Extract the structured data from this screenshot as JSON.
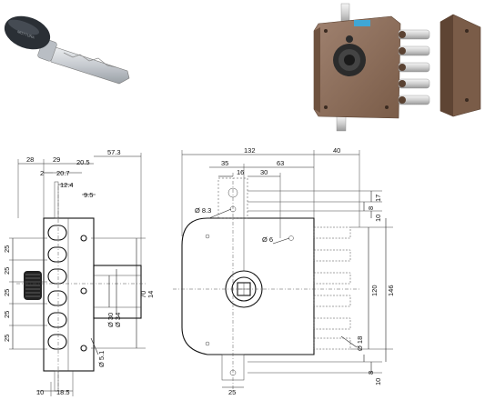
{
  "colors": {
    "lock_body": "#8a6a55",
    "lock_shade": "#6e523f",
    "chrome": "#d9d9d9",
    "key_head": "#2a2f35",
    "key_blade": "#cfd3d8"
  },
  "icons": {
    "key": "key-photo-icon",
    "lock": "lock-photo-icon"
  },
  "key": {
    "brand_text": "MOTTURA"
  },
  "side_view": {
    "dims_top": [
      "28",
      "29",
      "57.3",
      "2",
      "20.7",
      "20.5",
      "12.4",
      "9.5"
    ],
    "dims_left": [
      "25",
      "25",
      "25",
      "25",
      "25"
    ],
    "dims_bottom": [
      "10",
      "18.5"
    ],
    "dims_inner": [
      "Ø 30",
      "Ø 34",
      "70",
      "14",
      "Ø 5.1"
    ]
  },
  "front_view": {
    "dims_top": [
      "132",
      "40",
      "35",
      "63",
      "16",
      "30"
    ],
    "dims_inner": [
      "Ø 8.3",
      "Ø 6",
      "Ø 18",
      "25"
    ],
    "dims_right": [
      "17",
      "8",
      "10",
      "120",
      "146",
      "8",
      "10"
    ]
  }
}
